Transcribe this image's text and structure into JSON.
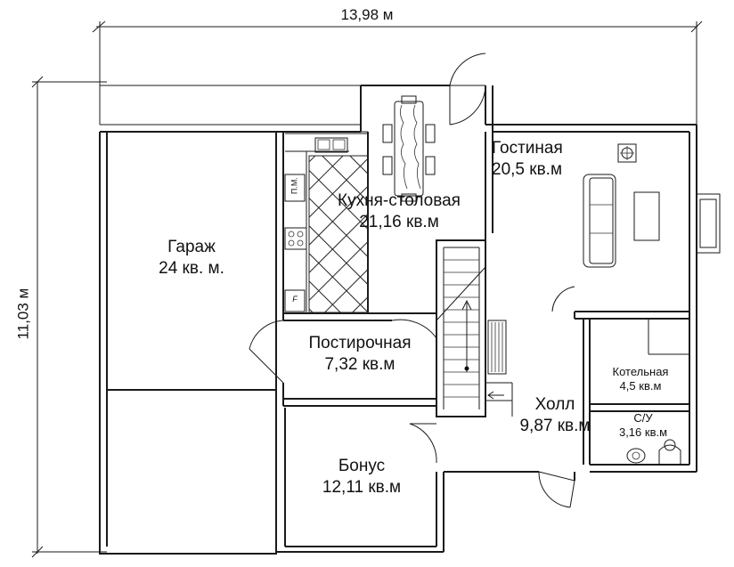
{
  "dimensions": {
    "width": "13,98 м",
    "height": "11,03 м"
  },
  "rooms": {
    "garage": {
      "name": "Гараж",
      "area": "24 кв. м."
    },
    "kitchen": {
      "name": "Кухня-столовая",
      "area": "21,16 кв.м"
    },
    "living": {
      "name": "Гостиная",
      "area": "20,5 кв.м"
    },
    "laundry": {
      "name": "Постирочная",
      "area": "7,32 кв.м"
    },
    "boiler": {
      "name": "Котельная",
      "area": "4,5 кв.м"
    },
    "bath": {
      "name": "С/У",
      "area": "3,16 кв.м"
    },
    "hall": {
      "name": "Холл",
      "area": "9,87 кв.м"
    },
    "bonus": {
      "name": "Бонус",
      "area": "12,11 кв.м"
    }
  },
  "fixtures": {
    "dishwasher": "П.М.",
    "fridge": "F"
  }
}
